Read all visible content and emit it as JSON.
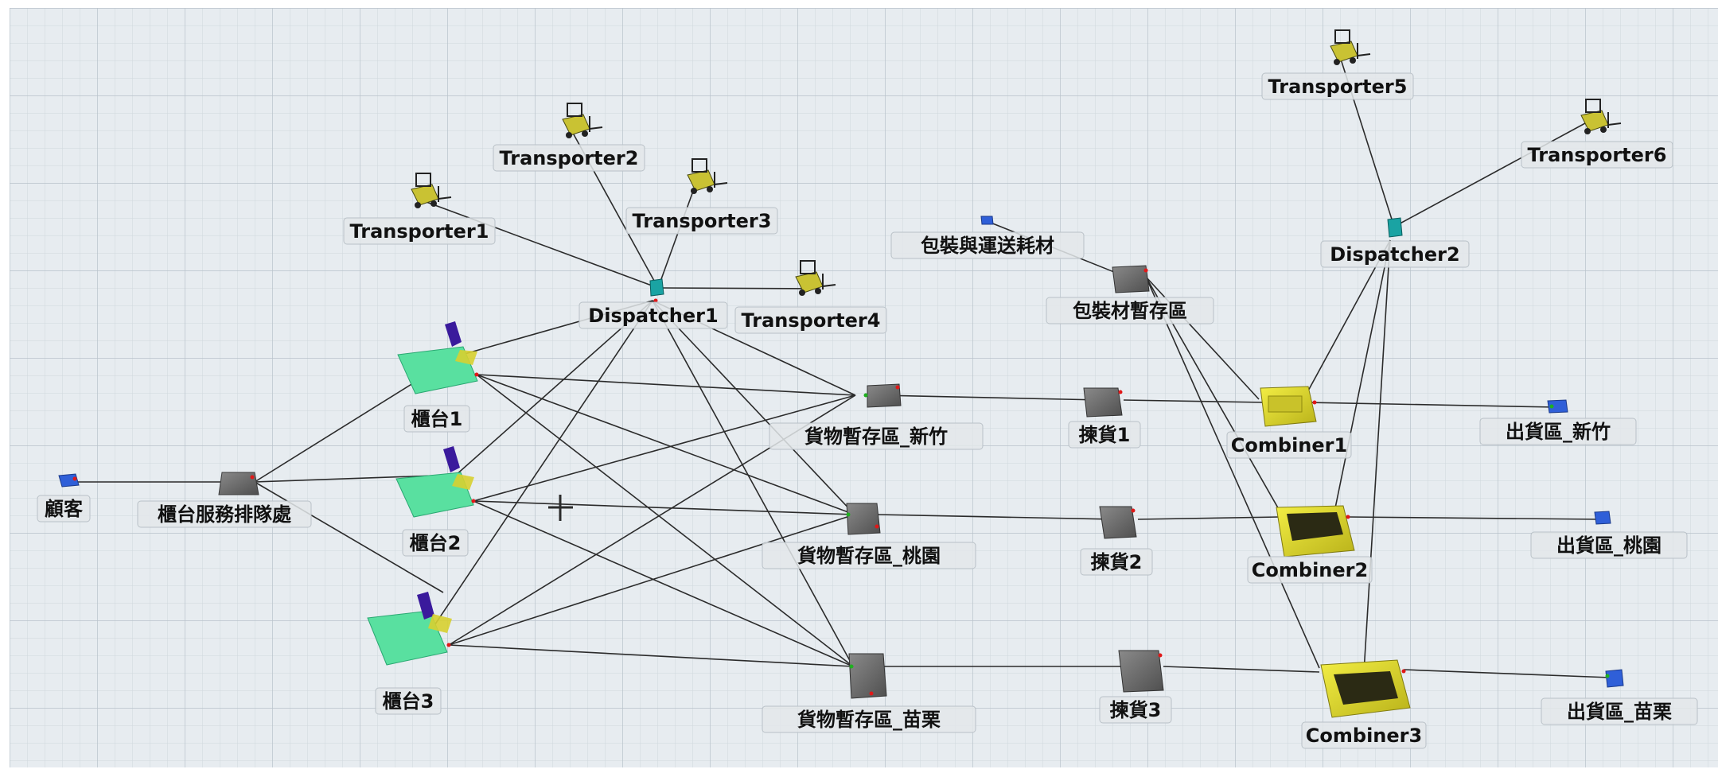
{
  "colors": {
    "floor": "#e7ecf0",
    "grid_minor": "#cfd7dd",
    "grid_major": "#b8c2ca",
    "connector": "#2b2b2b",
    "queue": "#6b6b6b",
    "counter_mat": "#59e0a0",
    "monitor": "#3a1a9c",
    "combiner": "#e8e020",
    "forklift": "#c9c233",
    "source": "#2f5fd8",
    "dispatcher": "#1aa3a3"
  },
  "objects": {
    "customer": "顧客",
    "counter_queue": "櫃台服務排隊處",
    "counter1": "櫃台1",
    "counter2": "櫃台2",
    "counter3": "櫃台3",
    "storage_hsinchu": "貨物暫存區_新竹",
    "storage_taoyuan": "貨物暫存區_桃園",
    "storage_miaoli": "貨物暫存區_苗栗",
    "pick1": "揀貨1",
    "pick2": "揀貨2",
    "pick3": "揀貨3",
    "packaging_source": "包裝與運送耗材",
    "packaging_storage": "包裝材暫存區",
    "combiner1": "Combiner1",
    "combiner2": "Combiner2",
    "combiner3": "Combiner3",
    "ship_hsinchu": "出貨區_新竹",
    "ship_taoyuan": "出貨區_桃園",
    "ship_miaoli": "出貨區_苗栗",
    "dispatcher1": "Dispatcher1",
    "dispatcher2": "Dispatcher2",
    "transporter1": "Transporter1",
    "transporter2": "Transporter2",
    "transporter3": "Transporter3",
    "transporter4": "Transporter4",
    "transporter5": "Transporter5",
    "transporter6": "Transporter6"
  }
}
